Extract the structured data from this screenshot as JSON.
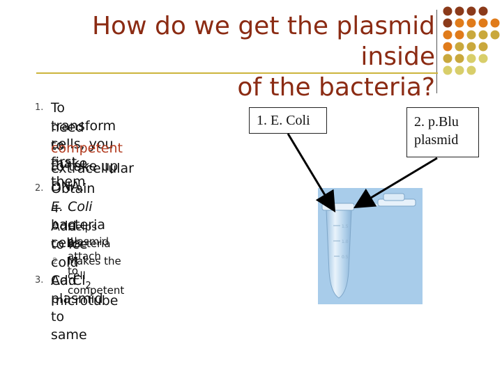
{
  "title": {
    "line1": "How do we get the plasmid inside",
    "line2": "of the bacteria?"
  },
  "list": {
    "item1": {
      "number": "1.",
      "line1": "To transform cells, you first",
      "line2": "need to make them",
      "competent": "competent",
      "line3_rest": " to take up",
      "line4": "extracellular DNA."
    },
    "item2": {
      "number": "2.",
      "prefix": "Obtain ",
      "species": "E. Coli",
      "suffix": " bacteria cells",
      "line2": "+ Add to ice cold Ca.Cl",
      "subscript": "2",
      "subitems": [
        {
          "number": "1.",
          "line1": "Helps plasmid attach to",
          "line2": "bacteria"
        },
        {
          "number": "2.",
          "line1": "Makes the cell competent",
          "line2": ""
        }
      ]
    },
    "item3": {
      "number": "3.",
      "line1": "Add plasmid to same",
      "line2": "microtube"
    }
  },
  "callouts": {
    "ecoli": "1. E. Coli",
    "pblu_line1": "2. p.Blu",
    "pblu_line2": "plasmid"
  },
  "photo": {
    "tick_labels": [
      "1.5",
      "1.0",
      "0.5"
    ]
  },
  "colors": {
    "title": "#8B2B13",
    "accent_rule": "#CCB43C",
    "highlight_red": "#B23A1E",
    "dot_dark": "#8B3A1A",
    "dot_orange": "#E07B1A",
    "dot_olive": "#C9A83C",
    "dot_light": "#D8CE6A",
    "photo_bg": "#A8CCEA"
  }
}
